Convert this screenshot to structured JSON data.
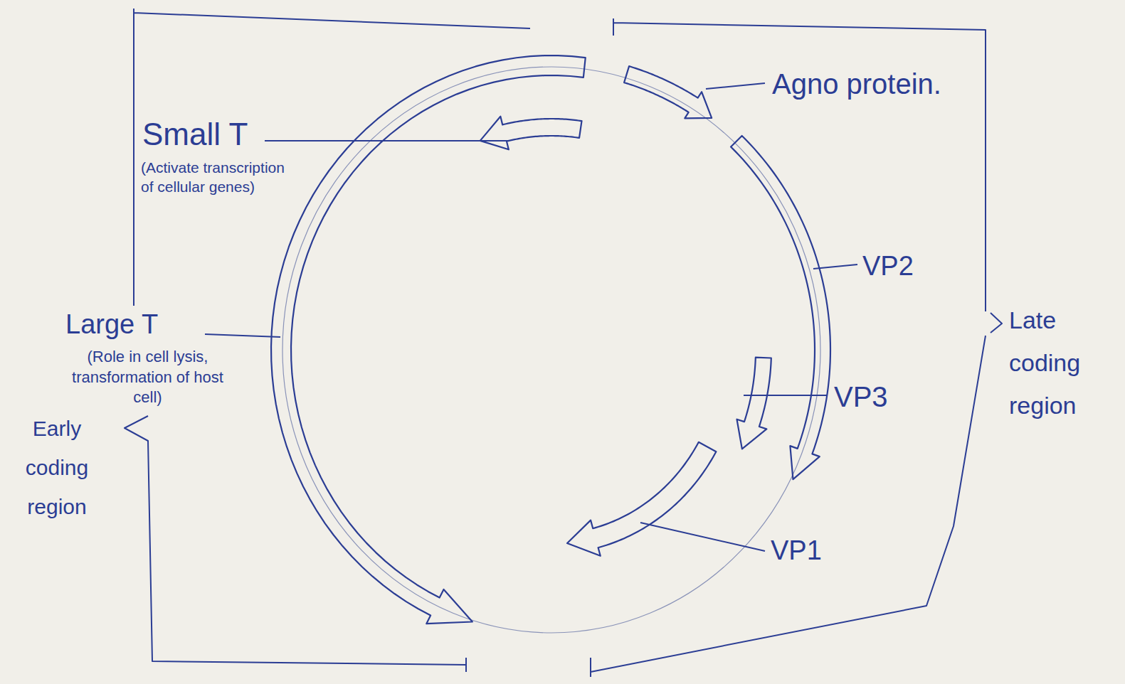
{
  "diagram": {
    "labels": [
      "Agno protein.",
      "Small T",
      "(Activate transcription of cellular genes)",
      "VP2",
      "Large T",
      "(Role in cell lysis, transformation of host cell)",
      "Early coding region",
      "Late coding region",
      "VP3",
      "VP1"
    ]
  }
}
